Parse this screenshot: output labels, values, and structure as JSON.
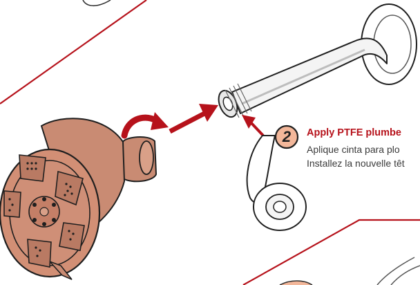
{
  "step": {
    "number": "2",
    "title": "Apply PTFE plumbe",
    "line_es": "Aplique cinta para plo",
    "line_fr": "Installez la nouvelle têt"
  },
  "colors": {
    "accent_red": "#b6121b",
    "copper": "#cf8f77",
    "badge_fill": "#f3b79a",
    "outline": "#1f1f1f"
  }
}
